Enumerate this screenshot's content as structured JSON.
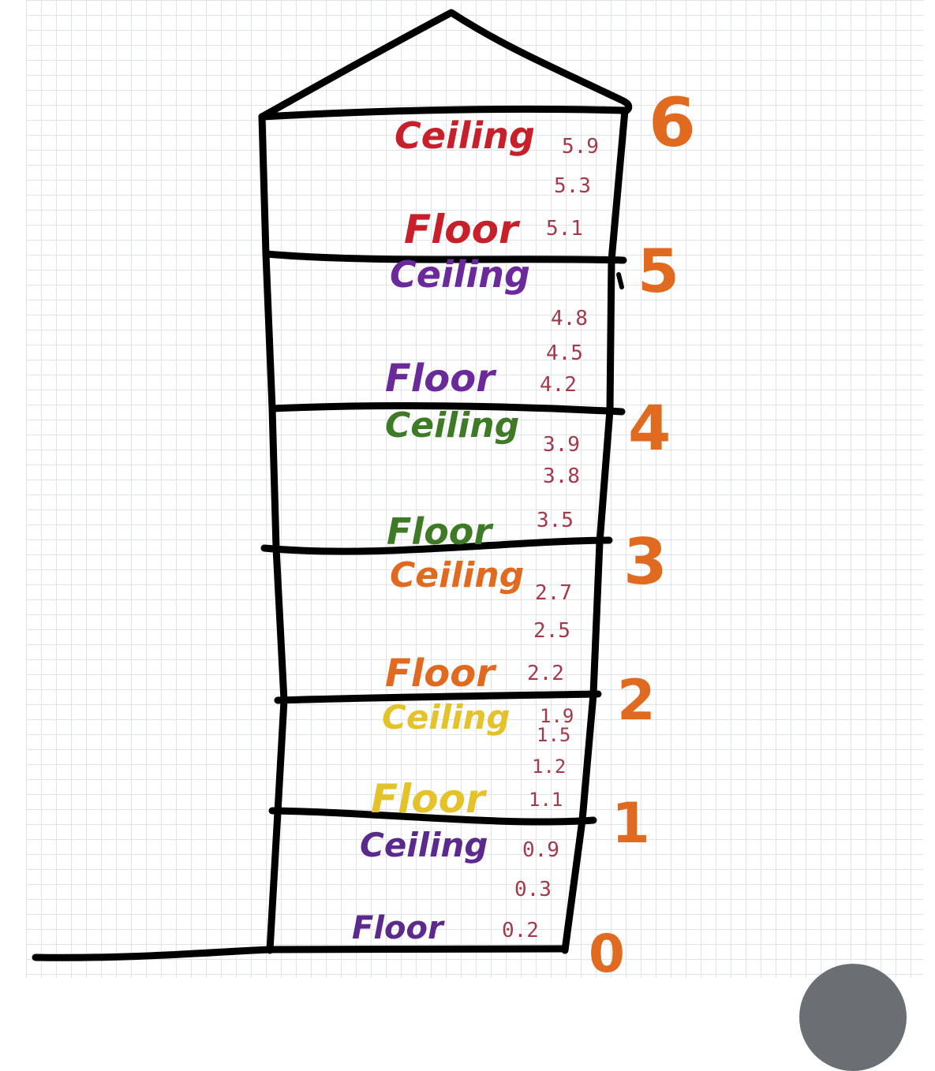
{
  "levels": [
    "0",
    "1",
    "2",
    "3",
    "4",
    "5",
    "6"
  ],
  "rooms": [
    {
      "ceiling": "Ceiling",
      "floor": "Floor",
      "color": "#5b2a8c",
      "measurements": [
        "0.9",
        "0.3",
        "0.2"
      ]
    },
    {
      "ceiling": "Ceiling",
      "floor": "Floor",
      "color": "#e3c22a",
      "measurements": [
        "1.9",
        "1.5",
        "1.2",
        "1.1"
      ]
    },
    {
      "ceiling": "Ceiling",
      "floor": "Floor",
      "color": "#e06a1f",
      "measurements": [
        "2.7",
        "2.5",
        "2.2"
      ]
    },
    {
      "ceiling": "Ceiling",
      "floor": "Floor",
      "color": "#3f7a26",
      "measurements": [
        "3.9",
        "3.8",
        "3.5"
      ]
    },
    {
      "ceiling": "Ceiling",
      "floor": "Floor",
      "color": "#6a2a9a",
      "measurements": [
        "4.8",
        "4.5",
        "4.2"
      ]
    },
    {
      "ceiling": "Ceiling",
      "floor": "Floor",
      "color": "#c8202a",
      "measurements": [
        "5.9",
        "5.3",
        "5.1"
      ]
    }
  ],
  "colors": {
    "outline": "#000000",
    "level_numbers": "#e06a1f",
    "measurements": "#a33a4a",
    "grid": "#dfe3ea"
  }
}
